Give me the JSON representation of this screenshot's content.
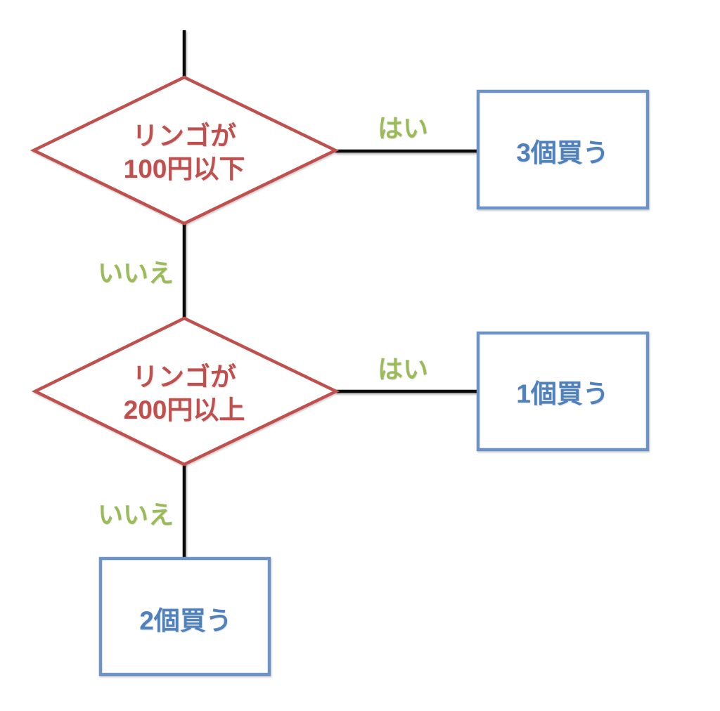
{
  "colors": {
    "background": "#ffffff",
    "decision_border": "#c0504d",
    "decision_text": "#c0504d",
    "result_border": "#6d92c6",
    "result_text": "#4f81bd",
    "edge_label": "#9bbb59",
    "connector": "#0a0a0a"
  },
  "diagram": {
    "type": "flowchart",
    "decisions": [
      {
        "id": "decision-1",
        "lines": [
          "リンゴが",
          "100円以下"
        ]
      },
      {
        "id": "decision-2",
        "lines": [
          "リンゴが",
          "200円以上"
        ]
      }
    ],
    "results": [
      {
        "id": "result-1",
        "label": "3個買う"
      },
      {
        "id": "result-2",
        "label": "1個買う"
      },
      {
        "id": "result-3",
        "label": "2個買う"
      }
    ],
    "edges": [
      {
        "from": "decision-1",
        "answer": "はい",
        "to": "result-1"
      },
      {
        "from": "decision-1",
        "answer": "いいえ",
        "to": "decision-2"
      },
      {
        "from": "decision-2",
        "answer": "はい",
        "to": "result-2"
      },
      {
        "from": "decision-2",
        "answer": "いいえ",
        "to": "result-3"
      }
    ]
  }
}
